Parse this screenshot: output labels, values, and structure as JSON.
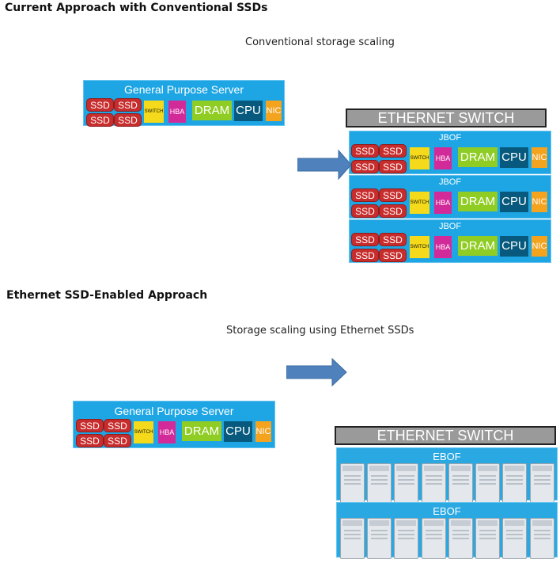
{
  "section1": {
    "heading": "Current Approach with Conventional SSDs",
    "subtitle": "Conventional storage scaling",
    "server": {
      "title": "General Purpose Server",
      "ssd_label": "SSD",
      "switch_label": "SWITCH",
      "hba_label": "HBA",
      "dram_label": "DRAM",
      "cpu_label": "CPU",
      "nic_label": "NIC"
    },
    "ethernet_switch": "ETHERNET SWITCH",
    "jbof_title": "JBOF",
    "jbof_count": 3
  },
  "section2": {
    "heading": "Ethernet SSD-Enabled Approach",
    "subtitle": "Storage scaling using Ethernet SSDs",
    "server": {
      "title": "General Purpose Server"
    },
    "ethernet_switch": "ETHERNET SWITCH",
    "ebof_title": "EBOF",
    "ebof_count": 2,
    "drives_per_ebof": 8
  },
  "colors": {
    "box_blue": "#1ea6e4",
    "ssd_red": "#c82d2d",
    "switch_yellow": "#f4da1a",
    "hba_magenta": "#d32a9a",
    "dram_green": "#8fcd25",
    "cpu_navy": "#075a7e",
    "nic_orange": "#f4a31f",
    "arrow_blue": "#4f81bd",
    "ethernet_switch_gray": "#9a9a9a"
  }
}
